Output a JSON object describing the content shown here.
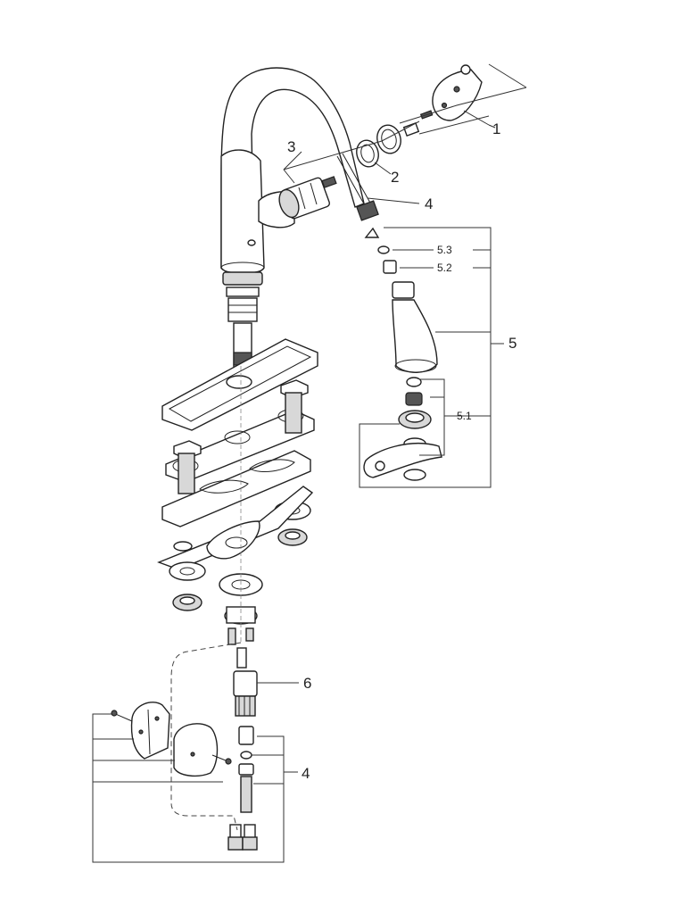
{
  "callouts": {
    "c1": "1",
    "c2": "2",
    "c3": "3",
    "c4_top": "4",
    "c5": "5",
    "c5_1": "5.1",
    "c5_2": "5.2",
    "c5_3": "5.3",
    "c6": "6",
    "c4_bottom": "4"
  }
}
